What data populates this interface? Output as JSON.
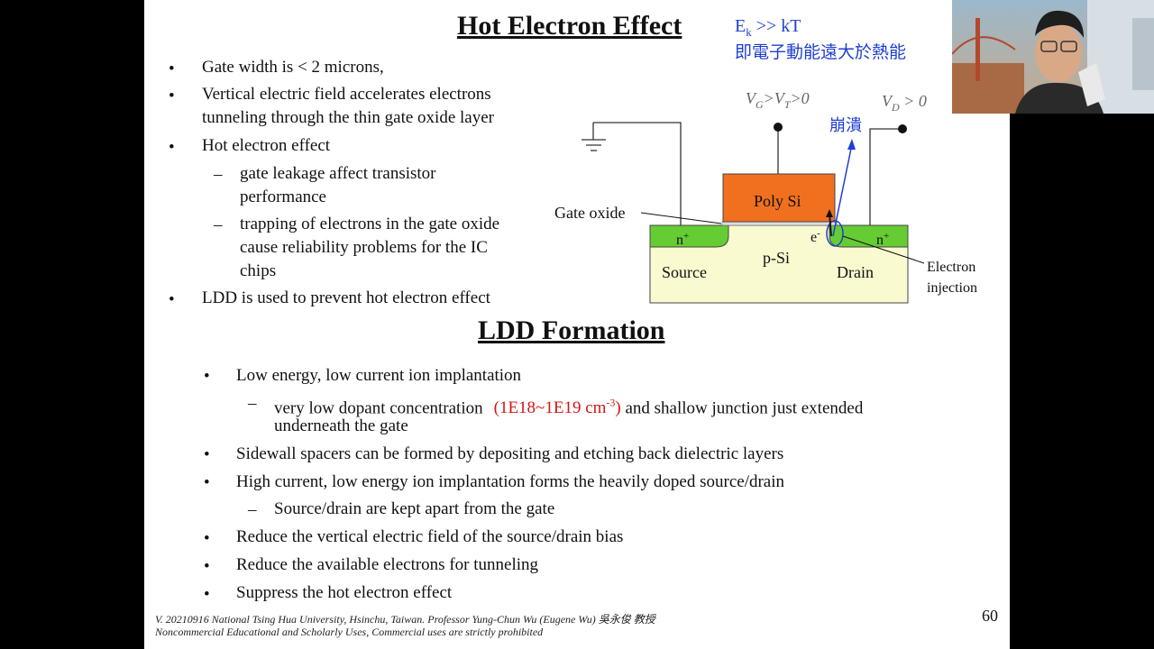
{
  "slide": {
    "title1": "Hot Electron Effect",
    "note_line1_pre": "E",
    "note_line1_sub": "k",
    "note_line1_post": " >> kT",
    "note_line2": "即電子動能遠大於熱能",
    "bullets1": [
      {
        "marker": "•",
        "text": "Gate width is < 2 microns,"
      },
      {
        "marker": "•",
        "text": "Vertical electric field accelerates electrons"
      },
      {
        "marker": "",
        "text": "tunneling through the thin gate oxide layer"
      },
      {
        "marker": "•",
        "text": "Hot electron effect"
      },
      {
        "marker": "–",
        "text": "gate leakage affect transistor"
      },
      {
        "marker": "",
        "text": "performance"
      },
      {
        "marker": "–",
        "text": "trapping of electrons in the gate oxide"
      },
      {
        "marker": "",
        "text": "cause reliability problems for the IC"
      },
      {
        "marker": "",
        "text": "chips"
      },
      {
        "marker": "•",
        "text": "LDD is used to prevent hot electron effect"
      }
    ],
    "diagram": {
      "vg": "V",
      "vg_sub": "G",
      "vg_mid": ">V",
      "vg_sub2": "T",
      "vg_end": ">0",
      "vd": "V",
      "vd_sub": "D",
      "vd_end": " > 0",
      "breakdown": "崩潰",
      "poly": "Poly Si",
      "gate_oxide": "Gate oxide",
      "nplus_left": "n",
      "nplus_right": "n",
      "plus": "+",
      "eminus": "e",
      "minus": "-",
      "psi": "p-Si",
      "source": "Source",
      "drain": "Drain",
      "electron": "Electron",
      "injection": "injection"
    },
    "title2": "LDD Formation",
    "bullets2": [
      {
        "marker": "•",
        "text": "Low energy, low current ion implantation"
      },
      {
        "marker": "–",
        "text": "very low dopant concentration"
      },
      {
        "marker": "",
        "text": "underneath the gate"
      },
      {
        "marker": "•",
        "text": "Sidewall spacers can be formed by depositing and etching back dielectric layers"
      },
      {
        "marker": "•",
        "text": "High current, low energy ion implantation forms the heavily doped source/drain"
      },
      {
        "marker": "–",
        "text": "Source/drain are kept apart from the gate"
      },
      {
        "marker": "•",
        "text": "Reduce the vertical electric field of the source/drain bias"
      },
      {
        "marker": "•",
        "text": "Reduce the available electrons for tunneling"
      },
      {
        "marker": "•",
        "text": "Suppress the hot electron effect"
      }
    ],
    "conc_red": "(1E18~1E19 cm",
    "conc_sup": "-3",
    "conc_close": ")",
    "conc_rest": " and shallow junction just extended",
    "footer1": "V. 20210916 National Tsing Hua University, Hsinchu, Taiwan. Professor Yung-Chun Wu (Eugene Wu) 吳永俊 教授",
    "footer2": "Noncommercial Educational and Scholarly Uses, Commercial uses are strictly prohibited",
    "page": "60"
  },
  "colors": {
    "poly": "#f07020",
    "nplus": "#66cc33",
    "substrate": "#fafad0",
    "note": "#1f3fcf",
    "red": "#d01818"
  }
}
